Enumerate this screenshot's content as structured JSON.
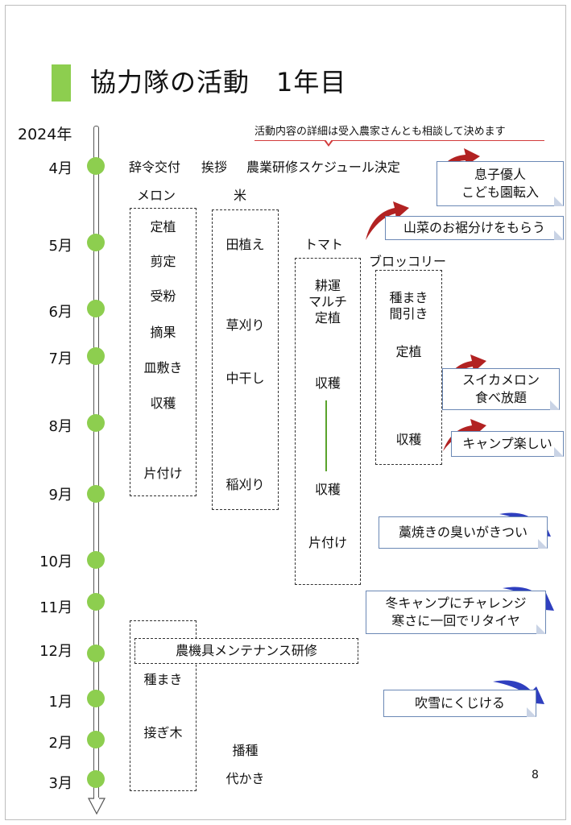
{
  "title": "協力隊の活動　1年目",
  "year": "2024年",
  "months": [
    "4月",
    "5月",
    "6月",
    "7月",
    "8月",
    "9月",
    "10月",
    "11月",
    "12月",
    "1月",
    "2月",
    "3月"
  ],
  "note": "活動内容の詳細は受入農家さんとも相談して決めます",
  "top_events": [
    "辞令交付",
    "挨拶",
    "農業研修スケジュール決定"
  ],
  "crops": {
    "melon": {
      "name": "メロン",
      "items": [
        "定植",
        "剪定",
        "受粉",
        "摘果",
        "皿敷き",
        "収穫",
        "片付け"
      ],
      "winter": [
        "種まき",
        "接ぎ木"
      ]
    },
    "rice": {
      "name": "米",
      "items": [
        "田植え",
        "草刈り",
        "中干し",
        "稲刈り"
      ],
      "spring": [
        "播種",
        "代かき"
      ]
    },
    "tomato": {
      "name": "トマト",
      "items": [
        "耕運\nマルチ\n定植",
        "収穫",
        "収穫",
        "片付け"
      ]
    },
    "broccoli": {
      "name": "ブロッコリー",
      "items": [
        "種まき\n間引き",
        "定植",
        "収穫"
      ]
    }
  },
  "maintenance": "農機具メンテナンス研修",
  "callouts": [
    {
      "text": "息子優人\nこども園転入"
    },
    {
      "text": "山菜のお裾分けをもらう"
    },
    {
      "text": "スイカメロン\n食べ放題"
    },
    {
      "text": "キャンプ楽しい"
    },
    {
      "text": "藁焼きの臭いがきつい"
    },
    {
      "text": "冬キャンプにチャレンジ\n寒さに一回でリタイヤ"
    },
    {
      "text": "吹雪にくじける"
    }
  ],
  "page_number": "8",
  "colors": {
    "accent_green": "#8dce4f",
    "note_red": "#d23b3b",
    "arrow_red": "#b22222",
    "arrow_blue": "#2f3fbf",
    "card_border": "#6b88b5"
  }
}
